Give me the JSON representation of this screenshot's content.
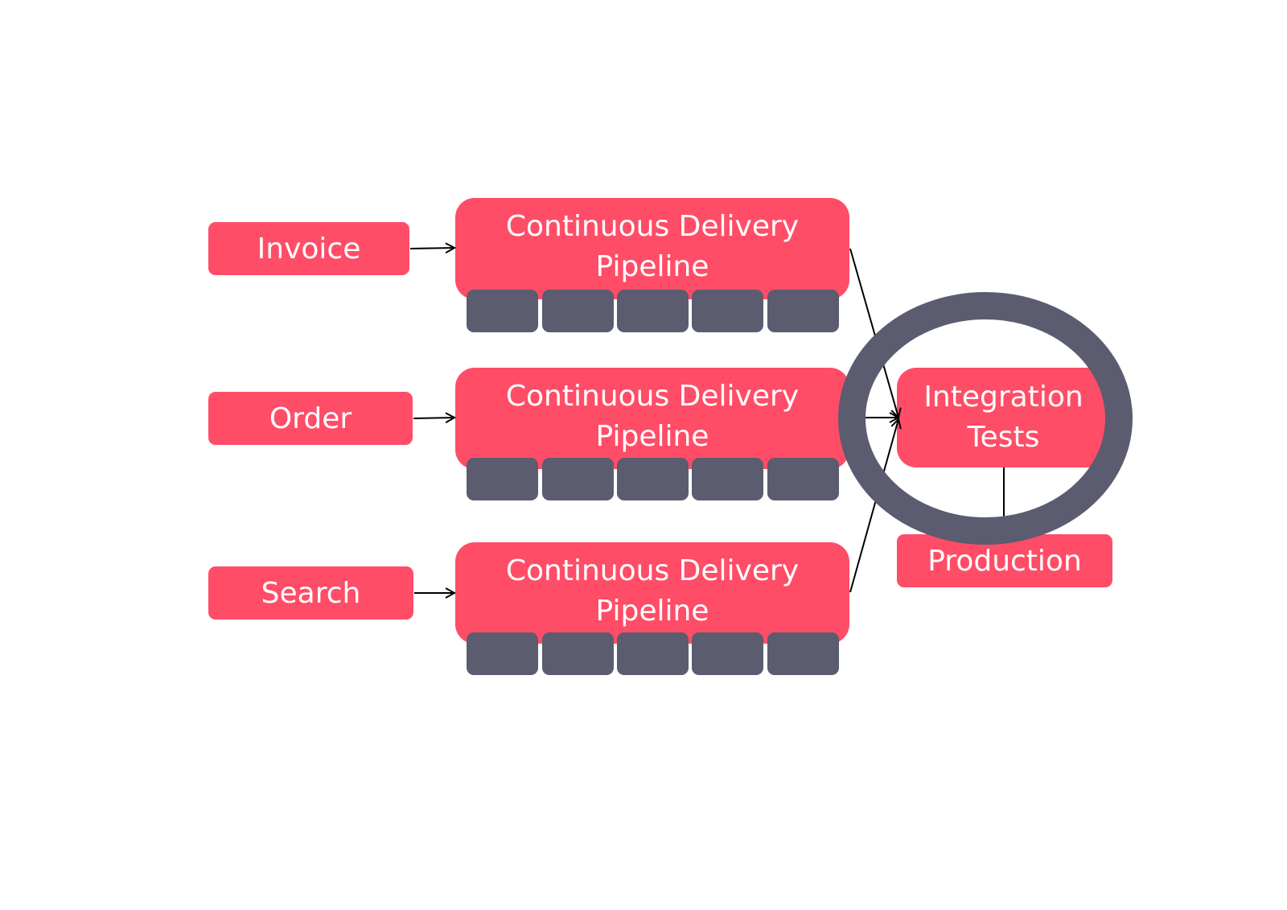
{
  "sources": {
    "invoice": "Invoice",
    "order": "Order",
    "search": "Search"
  },
  "pipelines": [
    {
      "line1": "Continuous Delivery",
      "line2": "Pipeline"
    },
    {
      "line1": "Continuous Delivery",
      "line2": "Pipeline"
    },
    {
      "line1": "Continuous Delivery",
      "line2": "Pipeline"
    }
  ],
  "integration_tests": {
    "line1": "Integration",
    "line2": "Tests"
  },
  "production": "Production",
  "colors": {
    "box_fill": "#ff4d68",
    "stage_fill": "#5b5c6f",
    "ring_stroke": "#5b5c6f",
    "text": "#ffffff",
    "arrow": "#000000"
  }
}
